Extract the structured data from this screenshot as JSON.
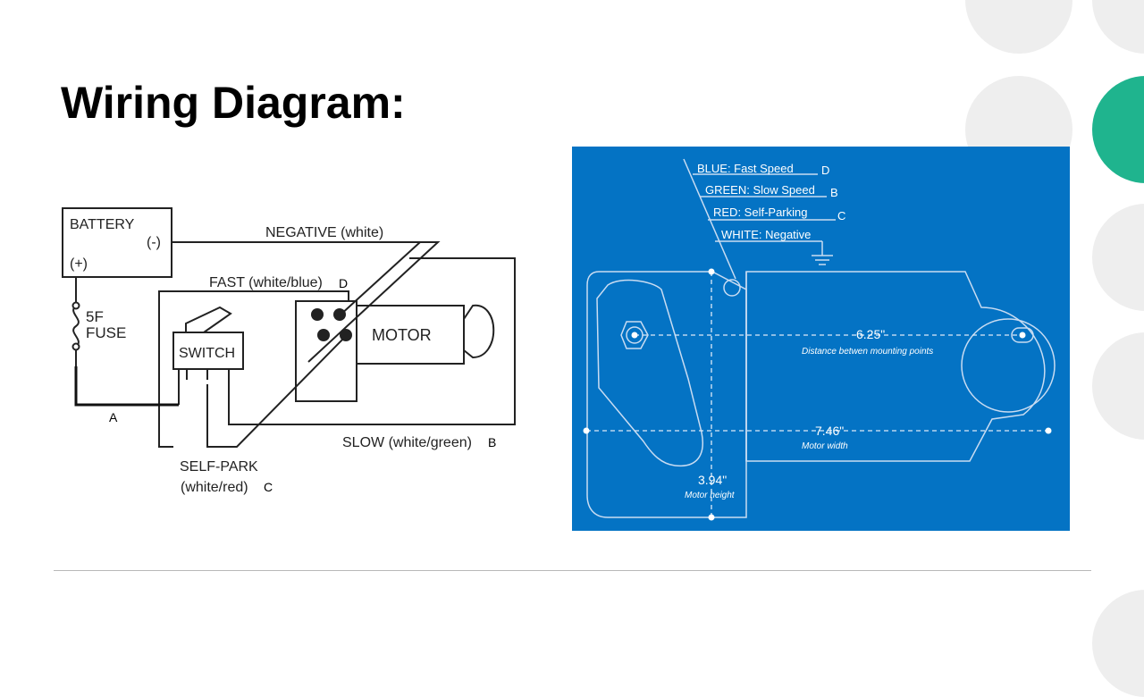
{
  "slide": {
    "title": "Wiring Diagram:",
    "accent_color": "#1fb48e",
    "decor_color": "#eeeeee",
    "blueprint_bg": "#0473c4"
  },
  "wiring_diagram": {
    "battery_label": "BATTERY",
    "battery_neg": "(-)",
    "battery_pos": "(+)",
    "fuse_line1": "5F",
    "fuse_line2": "FUSE",
    "switch_label": "SWITCH",
    "motor_label": "MOTOR",
    "negative_wire": "NEGATIVE (white)",
    "fast_wire": "FAST (white/blue)",
    "fast_letter": "D",
    "slow_wire": "SLOW (white/green)",
    "slow_letter": "B",
    "selfpark_line1": "SELF-PARK",
    "selfpark_line2": "(white/red)",
    "selfpark_letter": "C",
    "fuse_wire_letter": "A"
  },
  "blueprint": {
    "legend": [
      {
        "label": "BLUE: Fast Speed",
        "letter": "D"
      },
      {
        "label": "GREEN: Slow Speed",
        "letter": "B"
      },
      {
        "label": "RED: Self-Parking",
        "letter": "C"
      },
      {
        "label": "WHITE: Negative",
        "letter": ""
      }
    ],
    "mounting_distance": "6.25\"",
    "mounting_caption": "Distance betwen mounting points",
    "motor_width": "7.46\"",
    "width_caption": "Motor width",
    "motor_height": "3.94\"",
    "height_caption": "Motor height"
  }
}
